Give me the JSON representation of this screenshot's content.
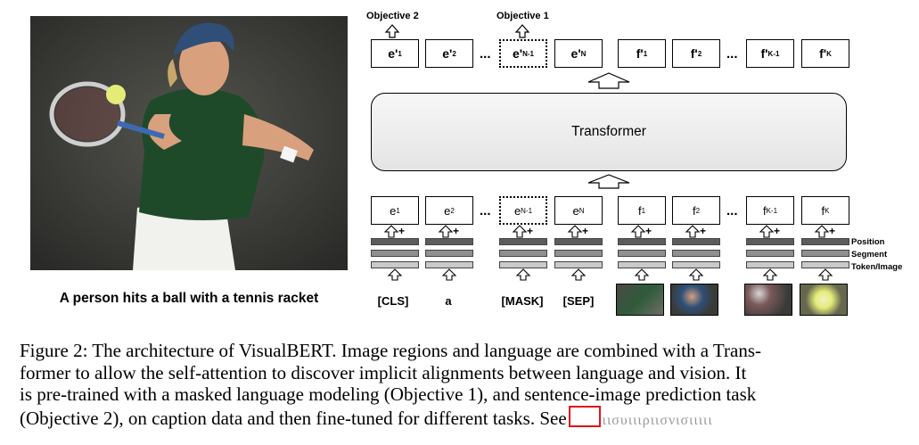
{
  "photo_caption": "A person hits a ball with a tennis racket",
  "objectives": {
    "obj2": "Objective 2",
    "obj1": "Objective 1"
  },
  "transformer_label": "Transformer",
  "top_boxes": [
    {
      "base": "e'",
      "sub": "1"
    },
    {
      "base": "e'",
      "sub": "2"
    },
    {
      "base": "e'",
      "sub": "N-1",
      "dotted": true
    },
    {
      "base": "e'",
      "sub": "N"
    },
    {
      "base": "f'",
      "sub": "1"
    },
    {
      "base": "f'",
      "sub": "2"
    },
    {
      "base": "f'",
      "sub": "K-1"
    },
    {
      "base": "f'",
      "sub": "K"
    }
  ],
  "bottom_boxes": [
    {
      "base": "e",
      "sub": "1"
    },
    {
      "base": "e",
      "sub": "2"
    },
    {
      "base": "e",
      "sub": "N-1",
      "dotted": true
    },
    {
      "base": "e",
      "sub": "N"
    },
    {
      "base": "f",
      "sub": "1"
    },
    {
      "base": "f",
      "sub": "2"
    },
    {
      "base": "f",
      "sub": "K-1"
    },
    {
      "base": "f",
      "sub": "K"
    }
  ],
  "ellipsis": "...",
  "plus_sign": "+",
  "embedding_rows": [
    "Position",
    "Segment",
    "Token/Image"
  ],
  "tokens": [
    "[CLS]",
    "a",
    "[MASK]",
    "[SEP]"
  ],
  "figure_caption": {
    "lines": [
      "Figure 2: The architecture of VisualBERT. Image regions and language are combined with a Trans-",
      "former to allow the self-attention to discover implicit alignments between language and vision. It",
      "is pre-trained with a masked language modeling (Objective 1), and sentence-image prediction task"
    ],
    "last_line": "(Objective 2), on caption data and then fine-tuned for different tasks. See",
    "faded_tail": "ιισυιιιριισνισιιιιι"
  }
}
